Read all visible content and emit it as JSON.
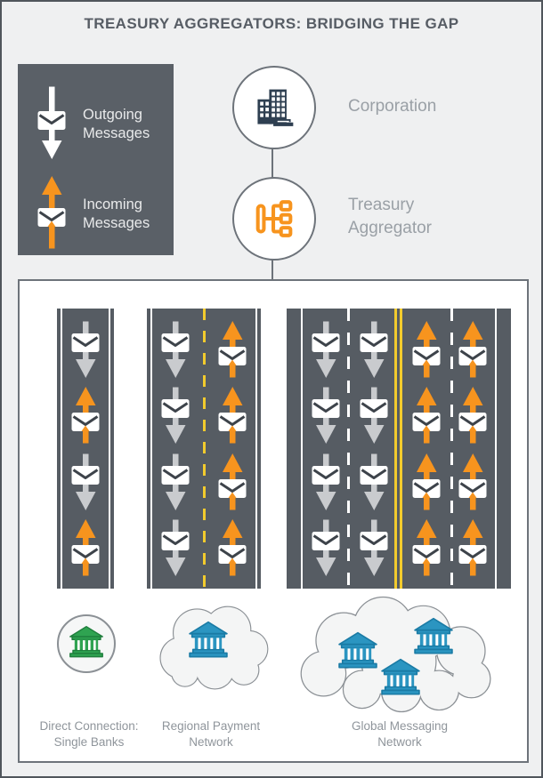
{
  "title": "TREASURY AGGREGATORS: BRIDGING THE GAP",
  "legend": {
    "items": [
      {
        "id": "outgoing",
        "direction": "down",
        "label_lines": [
          "Outgoing",
          "Messages"
        ]
      },
      {
        "id": "incoming",
        "direction": "up",
        "label_lines": [
          "Incoming",
          "Messages"
        ]
      }
    ]
  },
  "nodes": [
    {
      "id": "corporation",
      "icon": "building-icon",
      "label_lines": [
        "Corporation",
        ""
      ]
    },
    {
      "id": "treasury-aggregator",
      "icon": "org-network-icon",
      "label_lines": [
        "Treasury",
        "Aggregator"
      ]
    }
  ],
  "roads": [
    {
      "id": "direct-road",
      "center_line": "none",
      "lanes": [
        [
          "down",
          "up",
          "down",
          "up"
        ]
      ]
    },
    {
      "id": "regional-road",
      "center_line": "yellow-dashed",
      "lanes": [
        [
          "down",
          "down",
          "down",
          "down"
        ],
        [
          "up",
          "up",
          "up",
          "up"
        ]
      ]
    },
    {
      "id": "global-road",
      "center_line": "yellow-double",
      "lanes": [
        [
          "down",
          "down",
          "down",
          "down"
        ],
        [
          "down",
          "down",
          "down",
          "down"
        ],
        [
          "up",
          "up",
          "up",
          "up"
        ],
        [
          "up",
          "up",
          "up",
          "up"
        ]
      ]
    }
  ],
  "endpoints": [
    {
      "id": "single-banks",
      "shape": "circle",
      "bank_color": "green",
      "bank_count": 1,
      "label_lines": [
        "Direct Connection:",
        "Single Banks"
      ]
    },
    {
      "id": "regional-network",
      "shape": "cloud",
      "bank_color": "blue",
      "bank_count": 1,
      "label_lines": [
        "Regional Payment",
        "Network"
      ]
    },
    {
      "id": "global-network",
      "shape": "cloud",
      "bank_color": "blue",
      "bank_count": 3,
      "label_lines": [
        "Global Messaging",
        "Network"
      ]
    }
  ],
  "colors": {
    "page_bg": "#eff0f1",
    "panel_bg": "#ffffff",
    "frame_border": "#50565c",
    "legend_bg": "#5a6067",
    "road_gray": "#565c63",
    "connector_gray": "#6d737a",
    "incoming_orange": "#f7941e",
    "outgoing_gray": "#c9cbce",
    "legend_arrow_white": "#ffffff",
    "envelope_fold": "#3d434a",
    "road_yellow": "#f2cb2d",
    "corporation_navy": "#2e3f51",
    "bank_green_fill": "#2fa351",
    "bank_green_stroke": "#1f7e3c",
    "bank_blue_fill": "#2b95c1",
    "bank_blue_stroke": "#1a7ba5",
    "cloud_fill": "#f4f5f5",
    "cloud_stroke": "#8b9095",
    "title_text": "#575d65",
    "node_label_text": "#9aa0a6",
    "endpoint_label_text": "#8f959b",
    "legend_text": "#e9eaeb"
  }
}
